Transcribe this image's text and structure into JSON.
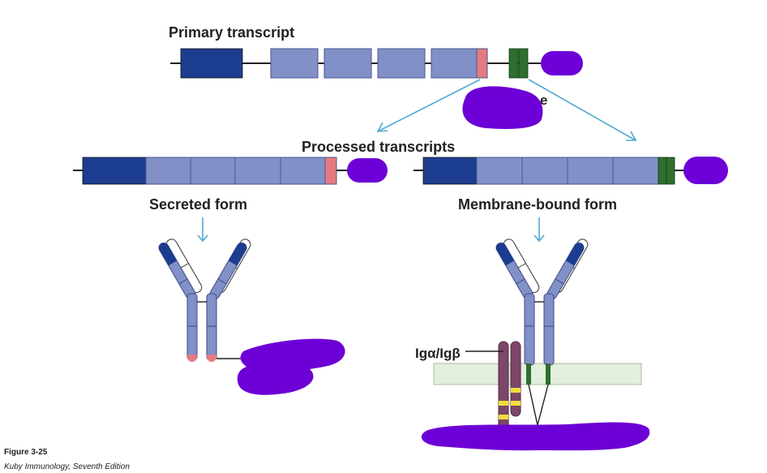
{
  "labels": {
    "primary_transcript": "Primary transcript",
    "processed_transcripts": "Processed transcripts",
    "secreted_form": "Secreted form",
    "membrane_bound_form": "Membrane-bound form",
    "ig_alpha_beta": "Igα/Igβ",
    "partial_fragment": "e"
  },
  "caption": {
    "figure_number": "Figure 3-25",
    "source": "Kuby Immunology, Seventh Edition"
  },
  "colors": {
    "variable_exon": "#1c3d8f",
    "constant_exon": "#8290c8",
    "secreted_exon": "#e57a80",
    "membrane_exon": "#2e6e2e",
    "light_chain": "#ffffff",
    "scribble": "#6d00d6",
    "arrow": "#4fa9d1",
    "igab_chain": "#7e4668",
    "igab_stripe": "#f2dd3c",
    "membrane_band": "#e3eedc"
  }
}
